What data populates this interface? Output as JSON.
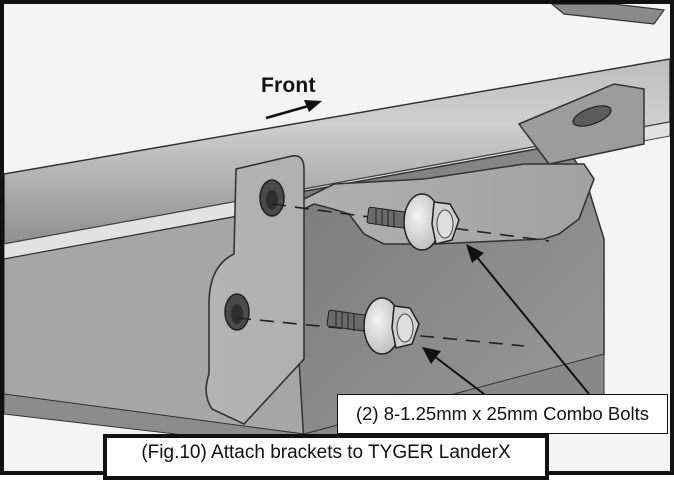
{
  "figure": {
    "direction_label": "Front",
    "callout_label": "(2) 8-1.25mm x 25mm Combo Bolts",
    "caption": "(Fig.10) Attach brackets to TYGER LanderX"
  },
  "icons": {
    "front_arrow": "arrow-right-icon",
    "leader_lines": "leader-arrow-icon"
  },
  "colors": {
    "border": "#111111",
    "metal_light": "#c9c9c9",
    "metal_mid": "#a9a9a9",
    "metal_dark": "#7d7d7d"
  }
}
